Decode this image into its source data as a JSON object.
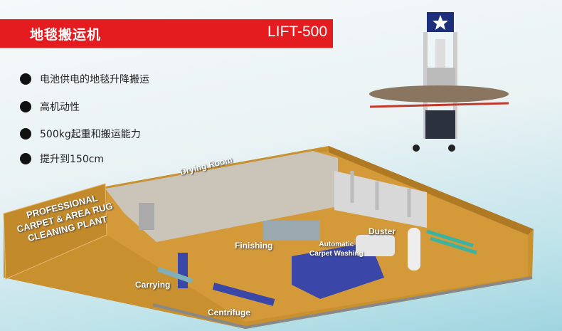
{
  "header": {
    "title": "地毯搬运机",
    "model": "LIFT-500"
  },
  "features": [
    "电池供电的地毯升降搬运",
    "高机动性",
    "500kg起重和搬运能力",
    "提升到150cm"
  ],
  "plant": {
    "wall_text": [
      "PROFESSIONAL",
      "CARPET & AREA RUG",
      "CLEANING PLANT"
    ],
    "labels": {
      "drying": "Drying Room",
      "finishing": "Finishing",
      "washing_1": "Automatic",
      "washing_2": "Carpet Washing",
      "duster": "Duster",
      "carrying": "Carrying",
      "centrifuge": "Centrifuge"
    }
  },
  "colors": {
    "banner": "#e41b1f",
    "floor": "#c8902f",
    "machine": "#3a46a8"
  }
}
